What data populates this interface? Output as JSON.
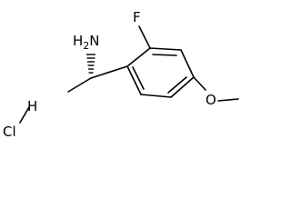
{
  "molecule": {
    "atoms": {
      "amine": "H2N",
      "amine_h": "H",
      "amine_sub": "2",
      "amine_n": "N",
      "fluorine": "F",
      "oxygen": "O",
      "hcl_h": "H",
      "hcl_cl": "Cl"
    },
    "colors": {
      "bond": "#000000",
      "text": "#000000",
      "background": "#ffffff"
    }
  }
}
